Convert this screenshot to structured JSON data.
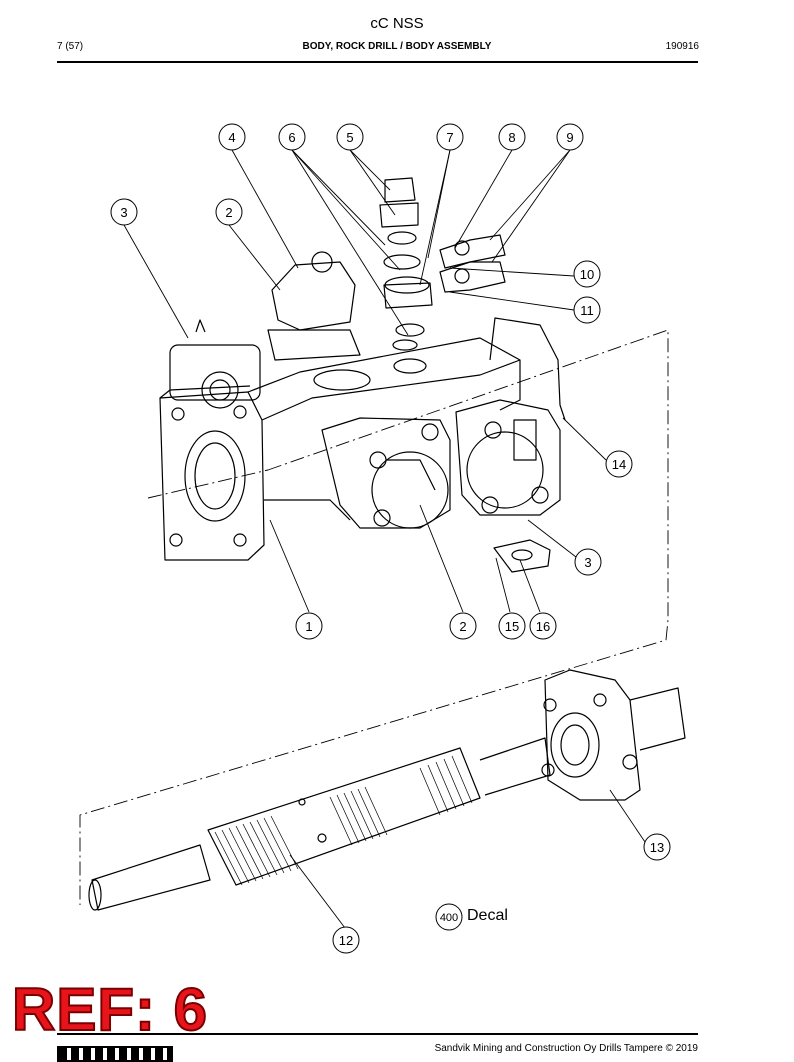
{
  "header": {
    "title": "cC NSS",
    "page": "7 (57)",
    "section": "BODY, ROCK DRILL / BODY ASSEMBLY",
    "date": "190916"
  },
  "callouts": [
    "4",
    "6",
    "5",
    "7",
    "8",
    "9",
    "3",
    "2",
    "10",
    "11",
    "14",
    "3",
    "1",
    "2",
    "15",
    "16",
    "13",
    "12",
    "400"
  ],
  "decal_label": "Decal",
  "footer": {
    "copyright": "Sandvik Mining and Construction Oy Drills Tampere © 2019"
  },
  "ref_stamp": "REF: 6"
}
